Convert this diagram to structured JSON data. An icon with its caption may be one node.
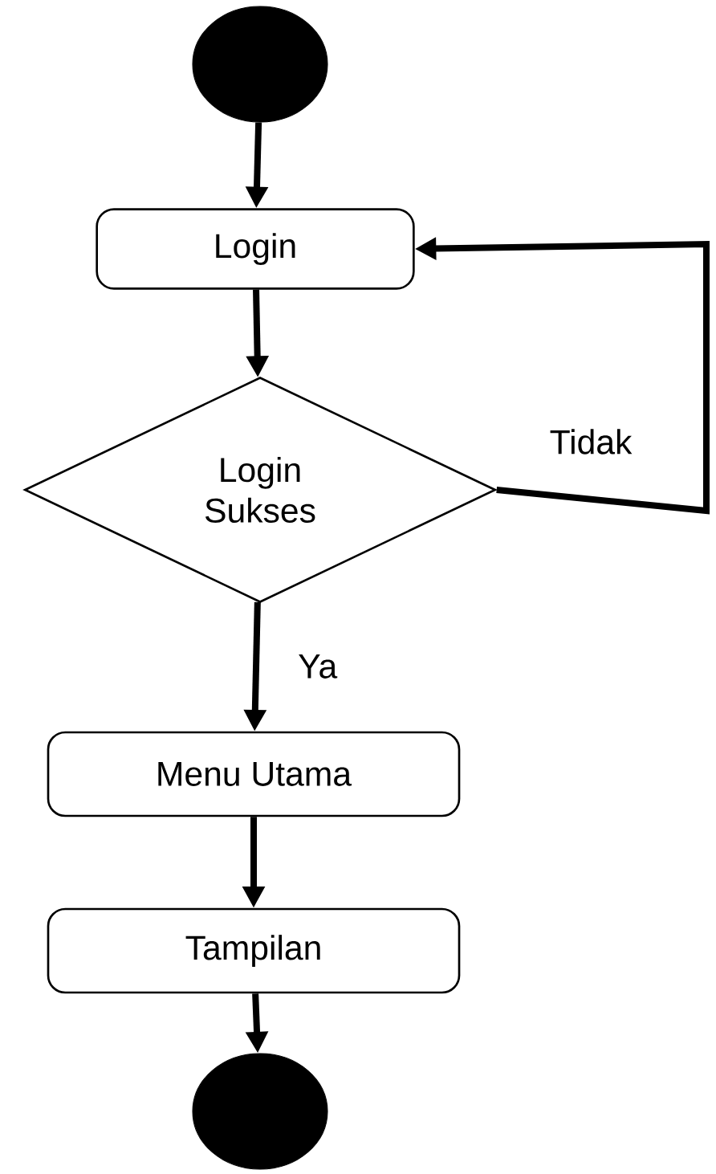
{
  "diagram": {
    "nodes": [
      {
        "text": [],
        "shape": "circle"
      },
      {
        "text": [
          "Login"
        ]
      },
      {
        "text": [
          "Login Sukses"
        ]
      },
      {
        "text": [
          "Menu Utama"
        ]
      },
      {
        "text": [
          "Tampilan"
        ]
      },
      {
        "text": [],
        "shape": "circle"
      }
    ],
    "edges": [
      {
        "from": 0,
        "to": 1,
        "arrow": "to"
      },
      {
        "from": 1,
        "to": 2,
        "arrow": "to"
      },
      {
        "from": 2,
        "to": 3,
        "arrow": "to",
        "label": "Ya"
      },
      {
        "from": 3,
        "to": 4,
        "arrow": "to"
      },
      {
        "from": 4,
        "to": 5,
        "arrow": "to"
      },
      {
        "from": 2,
        "to": 1,
        "arrow": "to",
        "label": "Tidak"
      }
    ]
  }
}
